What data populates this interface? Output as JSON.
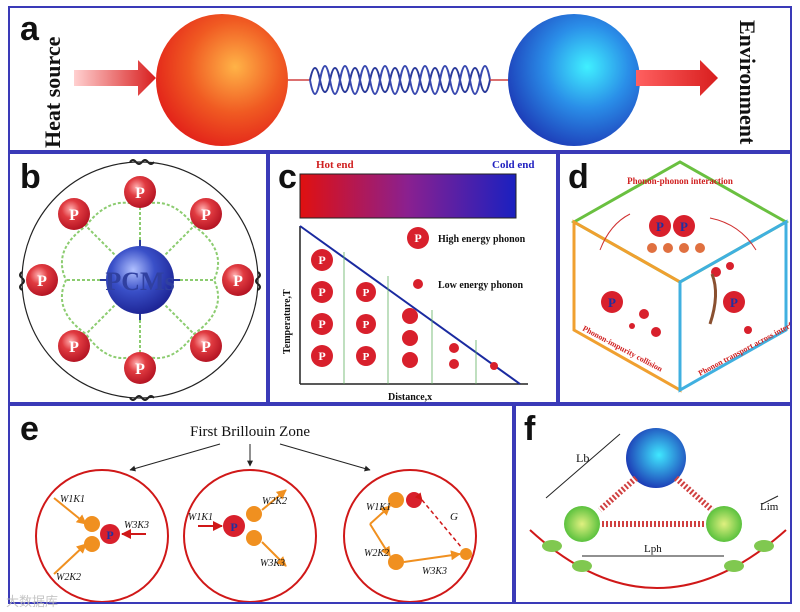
{
  "panel_a": {
    "label": "a",
    "left_text": "Heat source",
    "right_text": "Environment"
  },
  "panel_b": {
    "label": "b",
    "center_text": "PCMs",
    "phonon_text": "P"
  },
  "panel_c": {
    "label": "c",
    "hot_label": "Hot end",
    "cold_label": "Cold end",
    "ylabel": "Temperature,T",
    "xlabel": "Distance,x",
    "legend_high": "High energy phonon",
    "legend_low": "Low energy phonon",
    "phonon_text": "P"
  },
  "panel_d": {
    "label": "d",
    "top_text": "Phonon-phonon interaction",
    "left_text": "Phonon-impurity collision",
    "right_text": "Phonon transport across interfaces",
    "phonon_text": "P"
  },
  "panel_e": {
    "label": "e",
    "title": "First Brillouin Zone",
    "c1_w1k1": "W1K1",
    "c1_w2k2": "W2K2",
    "c1_w3k3": "W3K3",
    "c2_w1k1": "W1K1",
    "c2_w2k2": "W2K2",
    "c2_w3k3": "W3K3",
    "c3_w1k1": "W1K1",
    "c3_w2k2": "W2K2",
    "c3_w3k3": "W3K3",
    "c3_g": "G",
    "phonon_text": "P"
  },
  "panel_f": {
    "label": "f",
    "lb": "Lb",
    "lim": "Lim",
    "lph": "Lph"
  },
  "watermark": "大数据库",
  "colors": {
    "border": "#3a3ab8",
    "phonon_red": "#d8202c",
    "spring_green": "#8ccc70",
    "hot": "#e0301e",
    "cold": "#1a3fc8"
  }
}
